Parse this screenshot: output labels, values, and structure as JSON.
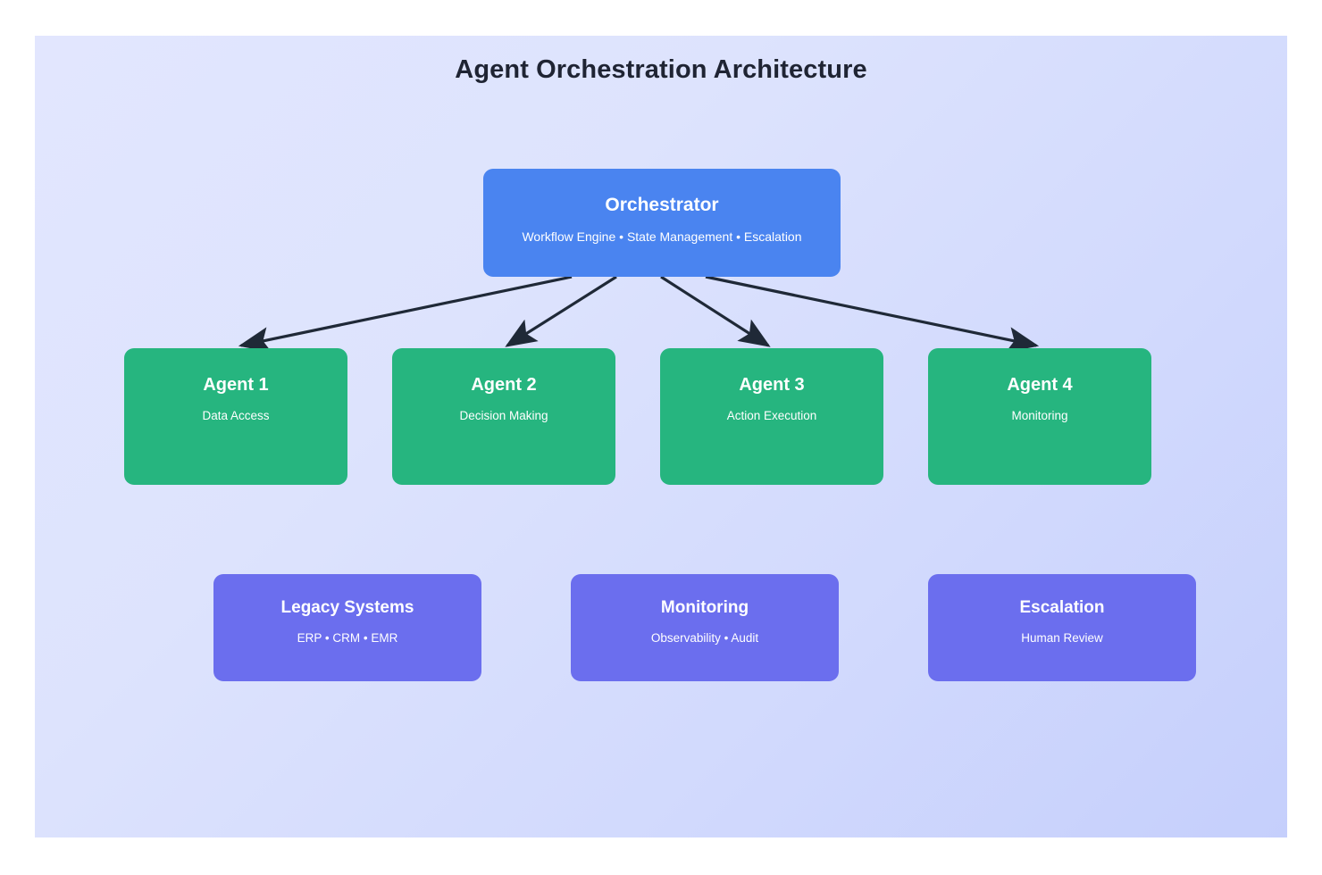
{
  "diagram": {
    "title": "Agent Orchestration Architecture",
    "background_top_left": "#e2e6fe",
    "background_bottom_right": "#c5cffc",
    "connector_color": "#1f2937"
  },
  "orchestrator": {
    "title": "Orchestrator",
    "subtitle": "Workflow Engine • State Management • Escalation",
    "color": "#4a84f0"
  },
  "agents": [
    {
      "title": "Agent 1",
      "subtitle": "Data Access",
      "color": "#26b57f"
    },
    {
      "title": "Agent 2",
      "subtitle": "Decision Making",
      "color": "#26b57f"
    },
    {
      "title": "Agent 3",
      "subtitle": "Action Execution",
      "color": "#26b57f"
    },
    {
      "title": "Agent 4",
      "subtitle": "Monitoring",
      "color": "#26b57f"
    }
  ],
  "support": [
    {
      "title": "Legacy Systems",
      "subtitle": "ERP • CRM • EMR",
      "color": "#6b6eee"
    },
    {
      "title": "Monitoring",
      "subtitle": "Observability • Audit",
      "color": "#6b6eee"
    },
    {
      "title": "Escalation",
      "subtitle": "Human Review",
      "color": "#6b6eee"
    }
  ],
  "connectors": [
    {
      "from": "orchestrator",
      "to": "agent-1"
    },
    {
      "from": "orchestrator",
      "to": "agent-2"
    },
    {
      "from": "orchestrator",
      "to": "agent-3"
    },
    {
      "from": "orchestrator",
      "to": "agent-4"
    }
  ]
}
